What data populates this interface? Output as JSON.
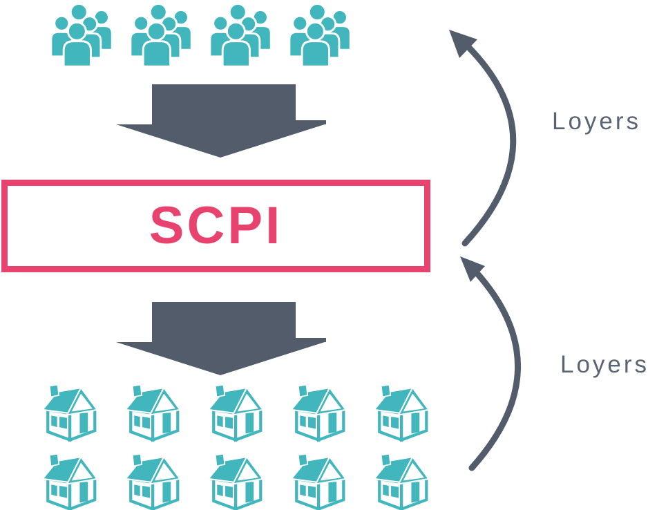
{
  "palette": {
    "teal": "#41B6BC",
    "slate": "#525C6A",
    "pink": "#E8436F",
    "label_gray": "#5A6372"
  },
  "icons": {
    "investor_group": "people-group-icon",
    "property": "house-icon",
    "flow_down": "arrow-down-icon",
    "rent_flow": "curved-arrow-up-icon"
  },
  "diagram": {
    "investors": {
      "group_count": 4
    },
    "scpi": {
      "label": "SCPI"
    },
    "properties": {
      "row_count": 2,
      "houses_per_row": 5,
      "house_count": 10
    },
    "labels": {
      "rent_top": "Loyers",
      "rent_bottom": "Loyers"
    }
  }
}
